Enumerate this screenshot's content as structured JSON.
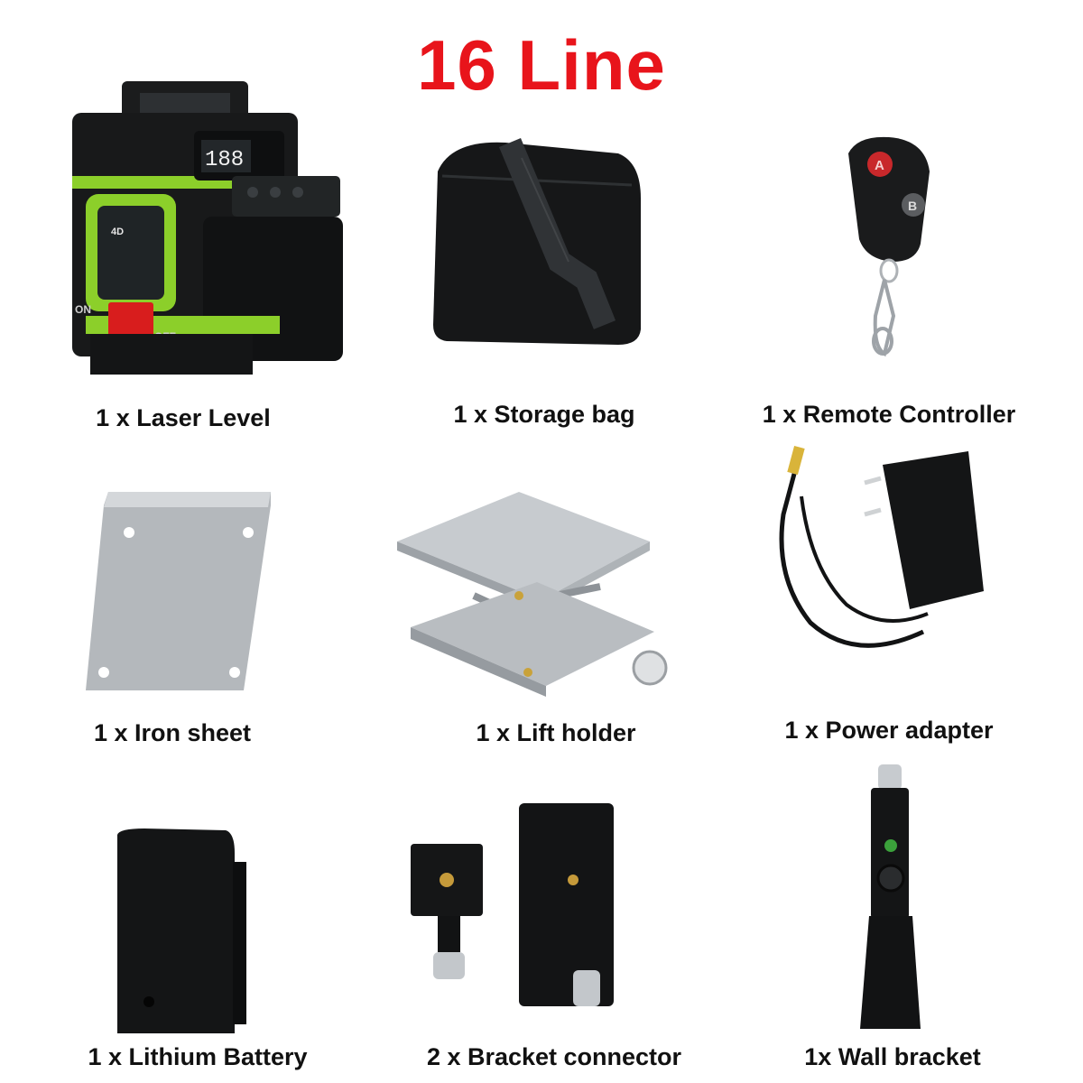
{
  "header": {
    "title": "16 Line"
  },
  "items": [
    {
      "caption": "1 x Laser Level"
    },
    {
      "caption": "1 x Storage bag"
    },
    {
      "caption": "1 x Remote Controller"
    },
    {
      "caption": "1 x Iron sheet"
    },
    {
      "caption": "1 x Lift holder"
    },
    {
      "caption": "1 x Power adapter"
    },
    {
      "caption": "1 x Lithium Battery"
    },
    {
      "caption": "2 x Bracket connector"
    },
    {
      "caption": "1x Wall bracket"
    }
  ],
  "device": {
    "display": "188",
    "badge": "4D",
    "switch_on": "ON",
    "switch_off": "OFF"
  },
  "remote": {
    "button_a": "A",
    "button_b": "B"
  },
  "colors": {
    "title": "#e8141b",
    "accent_green": "#8ccf2a",
    "switch_red": "#d81d1d"
  }
}
